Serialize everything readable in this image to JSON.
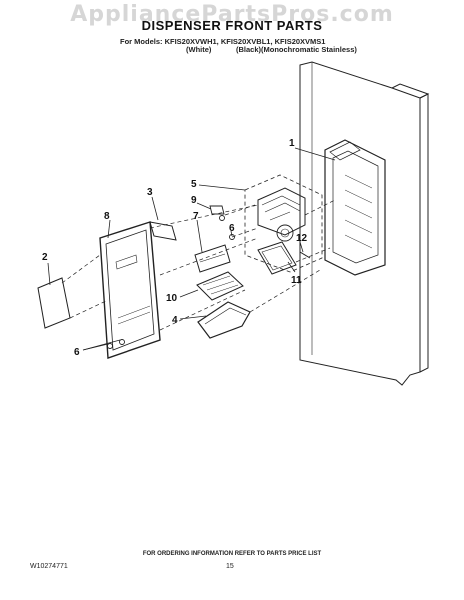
{
  "header": {
    "watermark": "AppliancePartsPros.com",
    "title": "DISPENSER FRONT PARTS",
    "models_line": "For Models: KFIS20XVWH1, KFIS20XVBL1, KFIS20XVMS1",
    "color_white": "(White)",
    "color_black_ms": "(Black)(Monochromatic Stainless)"
  },
  "callouts": [
    "1",
    "2",
    "3",
    "4",
    "5",
    "6",
    "6",
    "7",
    "8",
    "9",
    "10",
    "11",
    "12"
  ],
  "footer": {
    "ordering_note": "FOR ORDERING INFORMATION REFER TO PARTS PRICE LIST",
    "doc_number": "W10274771",
    "page_number": "15"
  }
}
